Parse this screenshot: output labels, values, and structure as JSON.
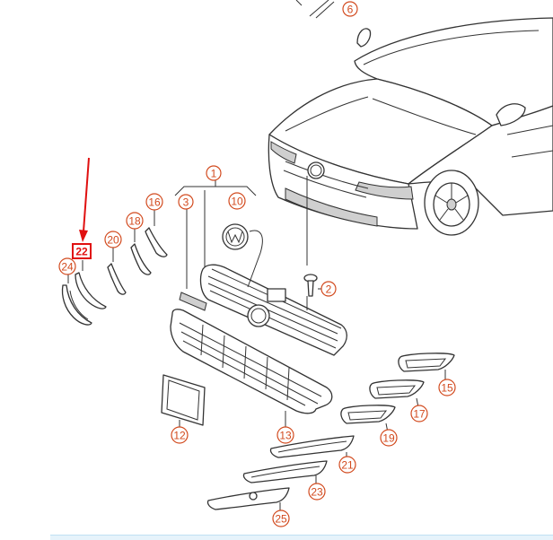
{
  "diagram": {
    "colors": {
      "callout": "#d24a1e",
      "highlight": "#e01010",
      "line": "#333333",
      "bottom_bar": "#e6f3fb"
    },
    "highlighted_part": "22",
    "callouts": [
      {
        "id": "c6",
        "label": "6"
      },
      {
        "id": "c1",
        "label": "1"
      },
      {
        "id": "c3",
        "label": "3"
      },
      {
        "id": "c10",
        "label": "10"
      },
      {
        "id": "c16",
        "label": "16"
      },
      {
        "id": "c18",
        "label": "18"
      },
      {
        "id": "c20",
        "label": "20"
      },
      {
        "id": "c24",
        "label": "24"
      },
      {
        "id": "c2",
        "label": "2"
      },
      {
        "id": "c15",
        "label": "15"
      },
      {
        "id": "c17",
        "label": "17"
      },
      {
        "id": "c19",
        "label": "19"
      },
      {
        "id": "c12",
        "label": "12"
      },
      {
        "id": "c13",
        "label": "13"
      },
      {
        "id": "c21",
        "label": "21"
      },
      {
        "id": "c23",
        "label": "23"
      },
      {
        "id": "c25",
        "label": "25"
      }
    ]
  }
}
